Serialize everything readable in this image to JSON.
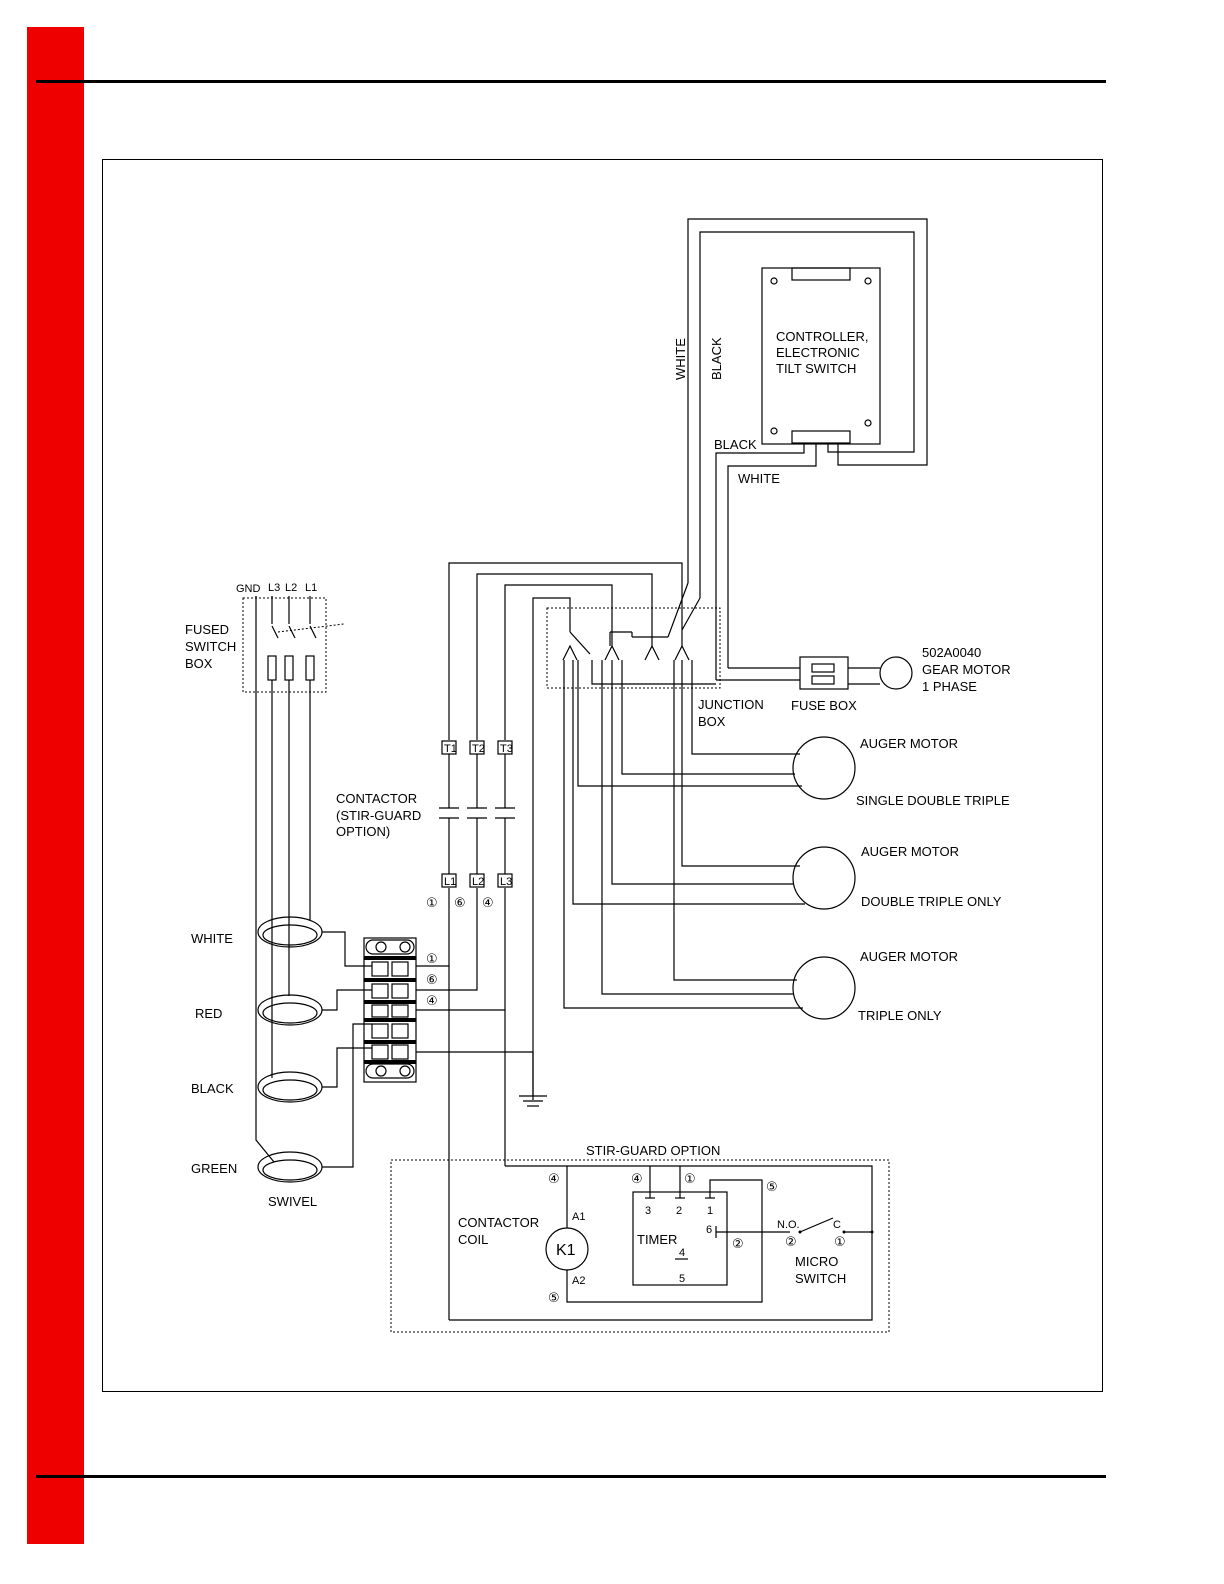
{
  "colors": {
    "accent_bar": "#ee0000",
    "line": "#000000"
  },
  "fused_switch": {
    "line_labels": [
      "GND",
      "L3",
      "L2",
      "L1"
    ],
    "label": [
      "FUSED",
      "SWITCH",
      "BOX"
    ]
  },
  "controller": {
    "label": [
      "CONTROLLER,",
      "ELECTRONIC",
      "TILT SWITCH"
    ]
  },
  "wire_labels": {
    "white_vertical": "WHITE",
    "black_vertical": "BLACK",
    "black_horizontal": "BLACK",
    "white_horizontal": "WHITE"
  },
  "gear_motor": {
    "part_no": "502A0040",
    "name": "GEAR MOTOR",
    "phase": "1 PHASE"
  },
  "fuse_box": {
    "label": "FUSE BOX"
  },
  "junction_box": {
    "label": [
      "JUNCTION",
      "BOX"
    ]
  },
  "auger_motors": [
    {
      "name": "AUGER MOTOR",
      "note": "SINGLE DOUBLE TRIPLE"
    },
    {
      "name": "AUGER MOTOR",
      "note": "DOUBLE TRIPLE ONLY"
    },
    {
      "name": "AUGER MOTOR",
      "note": "TRIPLE ONLY"
    }
  ],
  "contactor": {
    "label": [
      "CONTACTOR",
      "(STIR-GUARD",
      "OPTION)"
    ],
    "top_terminals": [
      "T1",
      "T2",
      "T3"
    ],
    "bottom_terminals": [
      "L1",
      "L2",
      "L3"
    ],
    "wire_numbers": [
      "①",
      "⑥",
      "④"
    ]
  },
  "terminal_block": {
    "wire_numbers": [
      "①",
      "⑥",
      "④"
    ]
  },
  "swivel": {
    "rings": [
      "WHITE",
      "RED",
      "BLACK",
      "GREEN"
    ],
    "label": "SWIVEL"
  },
  "stir_guard": {
    "title": "STIR-GUARD OPTION",
    "coil_label": [
      "CONTACTOR",
      "COIL"
    ],
    "coil_id": "K1",
    "coil_terminals": [
      "A1",
      "A2"
    ],
    "coil_wire_numbers": [
      "④",
      "⑤"
    ],
    "timer_label": "TIMER",
    "timer_pins": [
      "3",
      "2",
      "1",
      "6",
      "4",
      "5"
    ],
    "timer_wire_numbers": [
      "④",
      "①",
      "⑤",
      "②"
    ],
    "micro_switch": {
      "label": [
        "MICRO",
        "SWITCH"
      ],
      "contacts": [
        "N.O.",
        "C"
      ],
      "wire_numbers": [
        "②",
        "①"
      ]
    }
  }
}
